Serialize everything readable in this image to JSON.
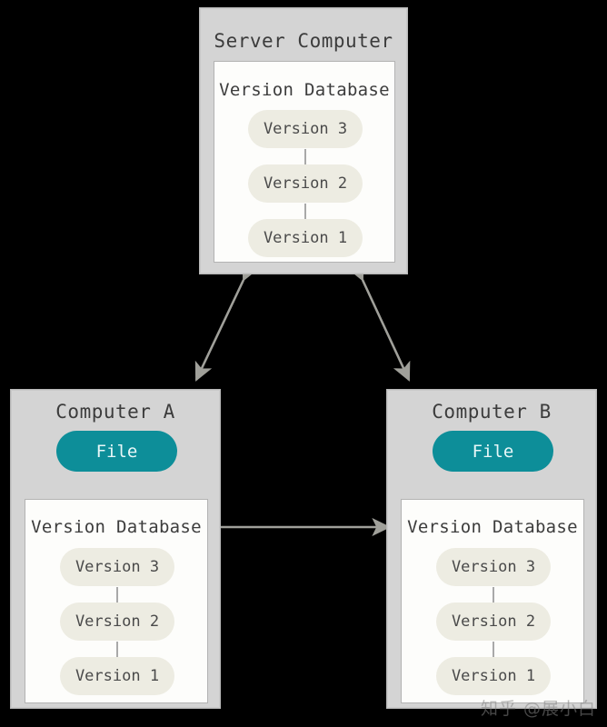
{
  "diagram": {
    "type": "centralized-version-control",
    "colors": {
      "panel_background": "#d4d4d4",
      "panel_border": "#b9b9b9",
      "inner_box_background": "#fdfdfb",
      "inner_box_border": "#b3b3b3",
      "version_pill_background": "#edece2",
      "version_pill_text": "#4a4a4a",
      "file_pill_background": "#0d8e99",
      "file_pill_text": "#e8f7f8",
      "arrow": "#a0a09a",
      "canvas_background": "#000000"
    },
    "server": {
      "title": "Server Computer",
      "database": {
        "title": "Version Database",
        "versions": [
          "Version 3",
          "Version 2",
          "Version 1"
        ]
      }
    },
    "clients": [
      {
        "title": "Computer A",
        "file_label": "File",
        "database": {
          "title": "Version Database",
          "versions": [
            "Version 3",
            "Version 2",
            "Version 1"
          ]
        }
      },
      {
        "title": "Computer B",
        "file_label": "File",
        "database": {
          "title": "Version Database",
          "versions": [
            "Version 3",
            "Version 2",
            "Version 1"
          ]
        }
      }
    ],
    "arrows": [
      {
        "name": "server-to-computer-a",
        "style": "double-headed",
        "direction": "diagonal"
      },
      {
        "name": "server-to-computer-b",
        "style": "double-headed",
        "direction": "diagonal"
      },
      {
        "name": "computer-a-to-computer-b",
        "style": "double-headed",
        "direction": "horizontal"
      },
      {
        "name": "database-to-file-a",
        "style": "single-headed",
        "direction": "up"
      },
      {
        "name": "database-to-file-b",
        "style": "single-headed",
        "direction": "up"
      }
    ]
  },
  "watermark": {
    "text": "知乎 @展小白"
  }
}
